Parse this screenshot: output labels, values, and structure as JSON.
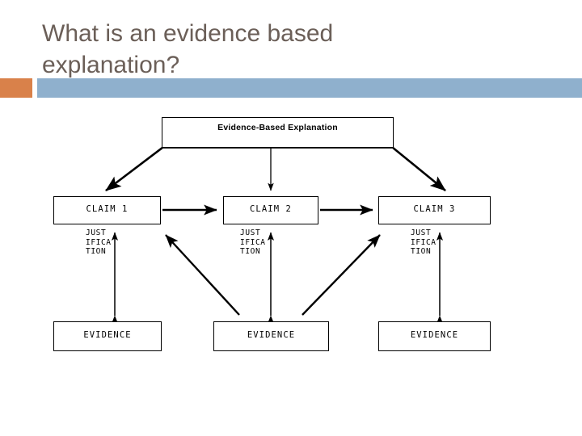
{
  "slide": {
    "title": "What is an evidence based\nexplanation?",
    "title_color": "#6b5f58",
    "accent_orange": "#d9814a",
    "accent_blue": "#8fb0cd",
    "background": "#ffffff"
  },
  "diagram": {
    "type": "flowchart",
    "root": {
      "label": "Evidence-Based Explanation"
    },
    "claims": [
      {
        "label": "CLAIM 1"
      },
      {
        "label": "CLAIM 2"
      },
      {
        "label": "CLAIM 3"
      }
    ],
    "justifications": [
      {
        "label": "JUST\nIFICA\nTION"
      },
      {
        "label": "JUST\nIFICA\nTION"
      },
      {
        "label": "JUST\nIFICA\nTION"
      }
    ],
    "evidence": [
      {
        "label": "EVIDENCE"
      },
      {
        "label": "EVIDENCE"
      },
      {
        "label": "EVIDENCE"
      }
    ],
    "connectors": [
      {
        "name": "root-to-claim-1",
        "style": "elbow-diagonal-arrow"
      },
      {
        "name": "root-to-claim-2",
        "style": "vertical-arrow"
      },
      {
        "name": "root-to-claim-3",
        "style": "elbow-diagonal-arrow"
      },
      {
        "name": "claim-1-to-claim-2",
        "style": "horizontal-arrow"
      },
      {
        "name": "claim-2-to-claim-3",
        "style": "horizontal-arrow"
      },
      {
        "name": "evidence-1-to-claim-1",
        "style": "vertical-double-arrow"
      },
      {
        "name": "evidence-2-to-claim-2",
        "style": "vertical-double-arrow"
      },
      {
        "name": "evidence-3-to-claim-3",
        "style": "vertical-double-arrow"
      },
      {
        "name": "evidence-2-to-claim-1",
        "style": "diagonal-arrow-up-left"
      },
      {
        "name": "evidence-2-to-claim-3",
        "style": "diagonal-arrow-up-right"
      }
    ],
    "line_color": "#000000"
  }
}
